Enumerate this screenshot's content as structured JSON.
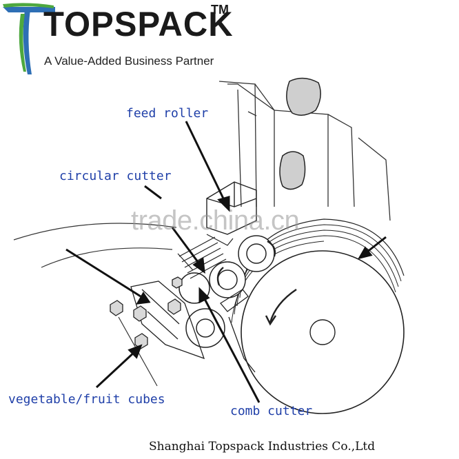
{
  "brand": {
    "name": "TOPSPACK",
    "trademark": "TM",
    "tagline": "A Value-Added Business Partner",
    "colors": {
      "blue": "#2e6fb5",
      "green": "#4ea83f",
      "text": "#1a1a1a",
      "label": "#1f3fa8"
    }
  },
  "labels": {
    "feed_roller": "feed roller",
    "circular_cutter": "circular cutter",
    "vegetable_fruit_cubes": "vegetable/fruit cubes",
    "comb_cutter": "comb cutter"
  },
  "watermark": "trade.china.cn",
  "footer": "Shanghai Topspack Industries Co.,Ltd"
}
